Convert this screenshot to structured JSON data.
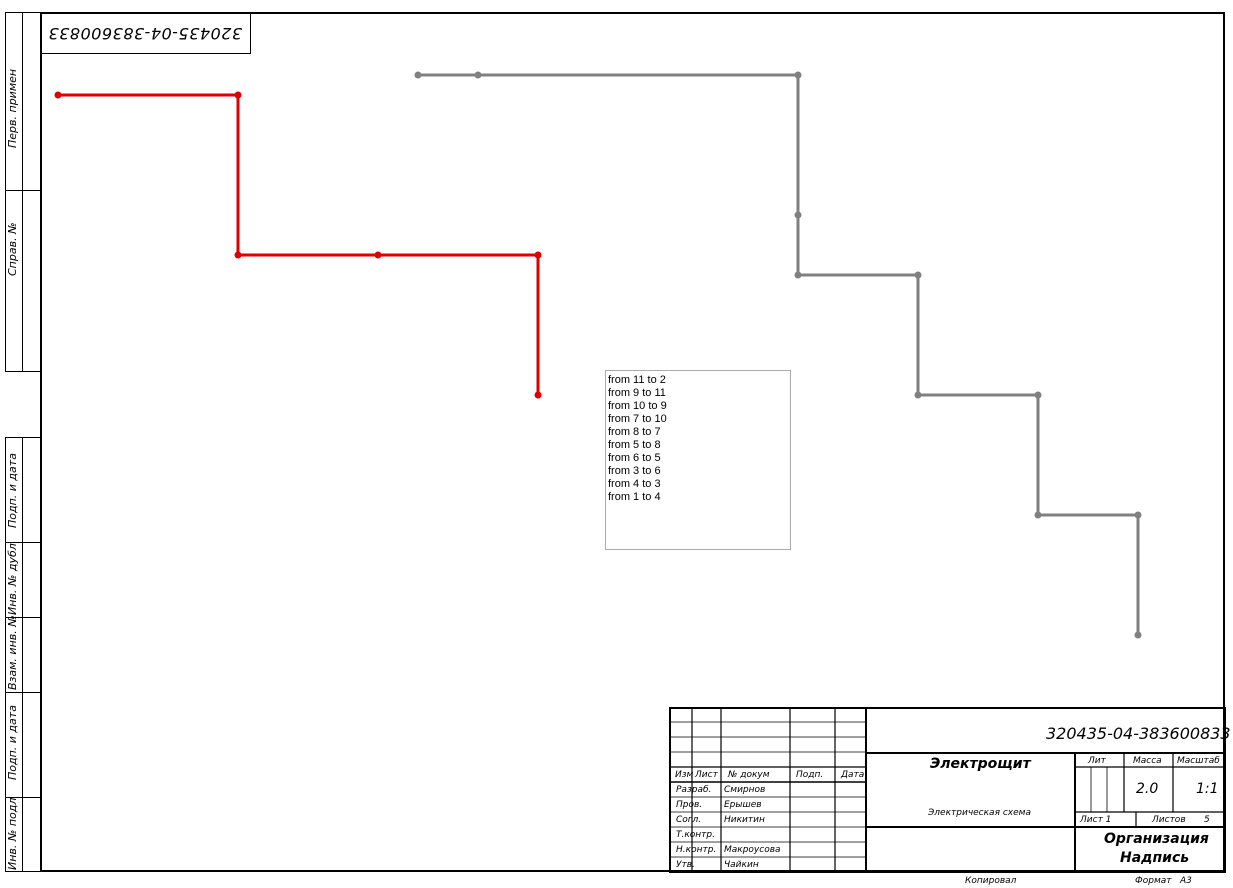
{
  "stamp_number": "320435-04-383600833",
  "side_labels": {
    "perv_primen": "Перв. примен",
    "sprav_no": "Справ. №",
    "podp_data_1": "Подп. и дата",
    "inv_dubl": "Инв. № дубл",
    "vzam_inv": "Взам. инв. №",
    "podp_data_2": "Подп. и дата",
    "inv_podl": "Инв. № подл"
  },
  "legend": [
    "from 11 to 2",
    "from 9 to 11",
    "from 10 to 9",
    "from 7 to 10",
    "from 8 to 7",
    "from 5 to 8",
    "from 6 to 5",
    "from 3 to 6",
    "from 4 to 3",
    "from 1 to 4"
  ],
  "colors": {
    "red": "#e00000",
    "grey": "#808080"
  },
  "title_block": {
    "doc_number": "320435-04-383600833",
    "product_name": "Электрощит",
    "doc_type": "Электрическая схема",
    "col_izm": "Изм",
    "col_list": "Лист",
    "col_doc": "№ докум",
    "col_podp": "Подп.",
    "col_data": "Дата",
    "role_razrab": "Разраб.",
    "name_razrab": "Смирнов",
    "role_prov": "Пров.",
    "name_prov": "Ерышев",
    "role_sogl": "Согл.",
    "name_sogl": "Никитин",
    "role_tkontr": "Т.контр.",
    "role_nkontr": "Н.контр.",
    "name_nkontr": "Макроусова",
    "role_utv": "Утв.",
    "name_utv": "Чайкин",
    "lit": "Лит",
    "massa": "Масса",
    "masshtab": "Масштаб",
    "massa_value": "2.0",
    "masshtab_value": "1:1",
    "sheet_label": "Лист 1",
    "sheets_label": "Листов",
    "sheets_value": "5",
    "org_line1": "Организация",
    "org_line2": "Надпись",
    "kopiroval": "Копировал",
    "format": "Формат",
    "format_value": "А3"
  }
}
